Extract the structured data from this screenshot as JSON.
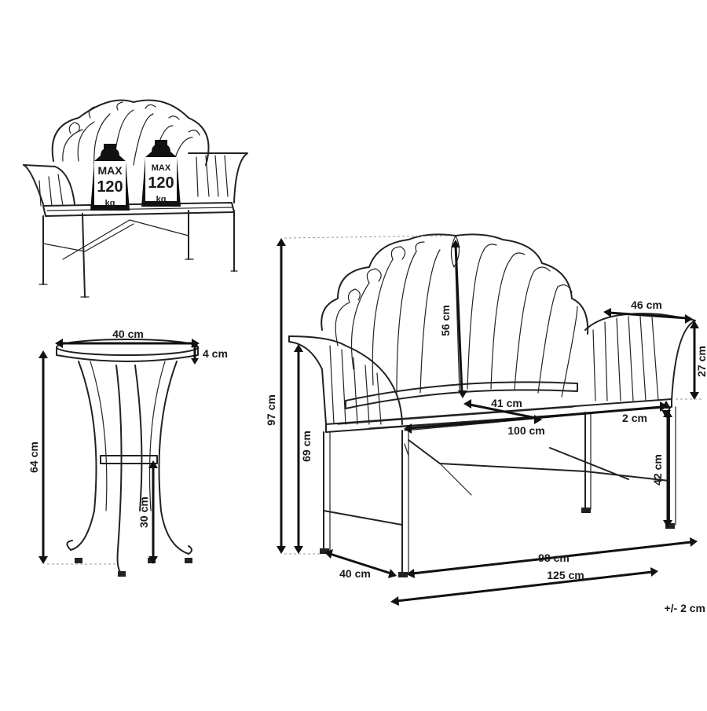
{
  "small_bench": {
    "weights": [
      {
        "label": "MAX",
        "value": "120",
        "unit": "kg"
      },
      {
        "label": "MAX",
        "value": "120",
        "unit": "kg"
      }
    ]
  },
  "table": {
    "top_diameter": "40 cm",
    "top_thickness": "4 cm",
    "height": "64 cm",
    "lower_height": "30 cm"
  },
  "bench": {
    "total_height": "97 cm",
    "arm_height": "69 cm",
    "back_height": "56 cm",
    "arm_depth": "46 cm",
    "arm_rise": "27 cm",
    "seat_depth": "41 cm",
    "seat_thickness": "2 cm",
    "seat_width": "100 cm",
    "seat_height": "42 cm",
    "depth": "40 cm",
    "leg_span": "98 cm",
    "total_width": "125 cm"
  },
  "tolerance": "+/- 2 cm"
}
